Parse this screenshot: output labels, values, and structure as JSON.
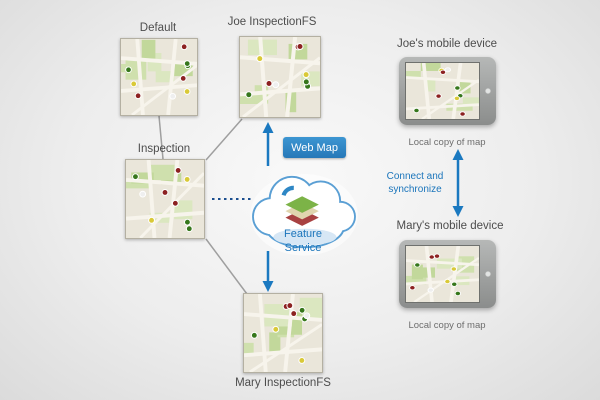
{
  "diagram": {
    "maps": {
      "default": {
        "label": "Default"
      },
      "joe_fs": {
        "label": "Joe InspectionFS"
      },
      "inspection": {
        "label": "Inspection"
      },
      "mary_fs": {
        "label": "Mary InspectionFS"
      }
    },
    "web_map": {
      "label": "Web Map"
    },
    "feature_service": {
      "label": "Feature Service"
    },
    "devices": {
      "joe": {
        "title": "Joe's mobile device",
        "caption": "Local copy of map"
      },
      "mary": {
        "title": "Mary's mobile device",
        "caption": "Local copy of map"
      }
    },
    "sync": {
      "label": "Connect and synchronize"
    },
    "colors": {
      "accent_blue": "#1b79c0",
      "badge_blue": "#2e87c5",
      "connector_gray": "#9f9f9f",
      "label_gray": "#4d4d4d",
      "dot_green": "#36771c",
      "dot_red": "#8c2121",
      "dot_yellow": "#d9c937"
    }
  }
}
